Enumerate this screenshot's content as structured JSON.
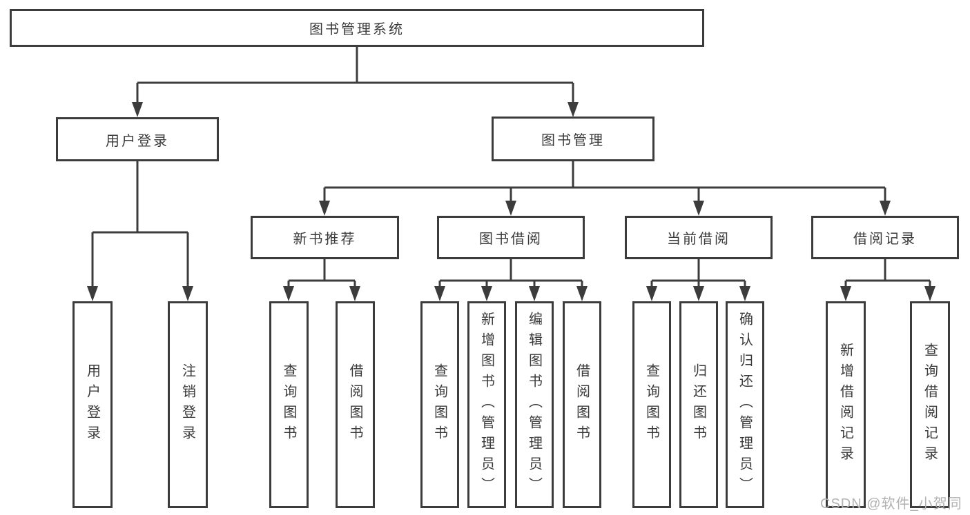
{
  "tree": {
    "root": "图书管理系统",
    "login": {
      "label": "用户登录",
      "children": [
        "用户登录",
        "注销登录"
      ]
    },
    "mgmt": {
      "label": "图书管理",
      "sections": [
        {
          "label": "新书推荐",
          "children": [
            "查询图书",
            "借阅图书"
          ]
        },
        {
          "label": "图书借阅",
          "children": [
            "查询图书",
            "新增图书（管理员）",
            "编辑图书（管理员）",
            "借阅图书"
          ]
        },
        {
          "label": "当前借阅",
          "children": [
            "查询图书",
            "归还图书",
            "确认归还（管理员）"
          ]
        },
        {
          "label": "借阅记录",
          "children": [
            "新增借阅记录",
            "查询借阅记录"
          ]
        }
      ]
    }
  },
  "watermark": "CSDN @软件_小贺同学",
  "colors": {
    "line": "#3c3c3c",
    "text": "#3a3a3a",
    "watermark": "#b2b2b2",
    "background": "#ffffff"
  }
}
